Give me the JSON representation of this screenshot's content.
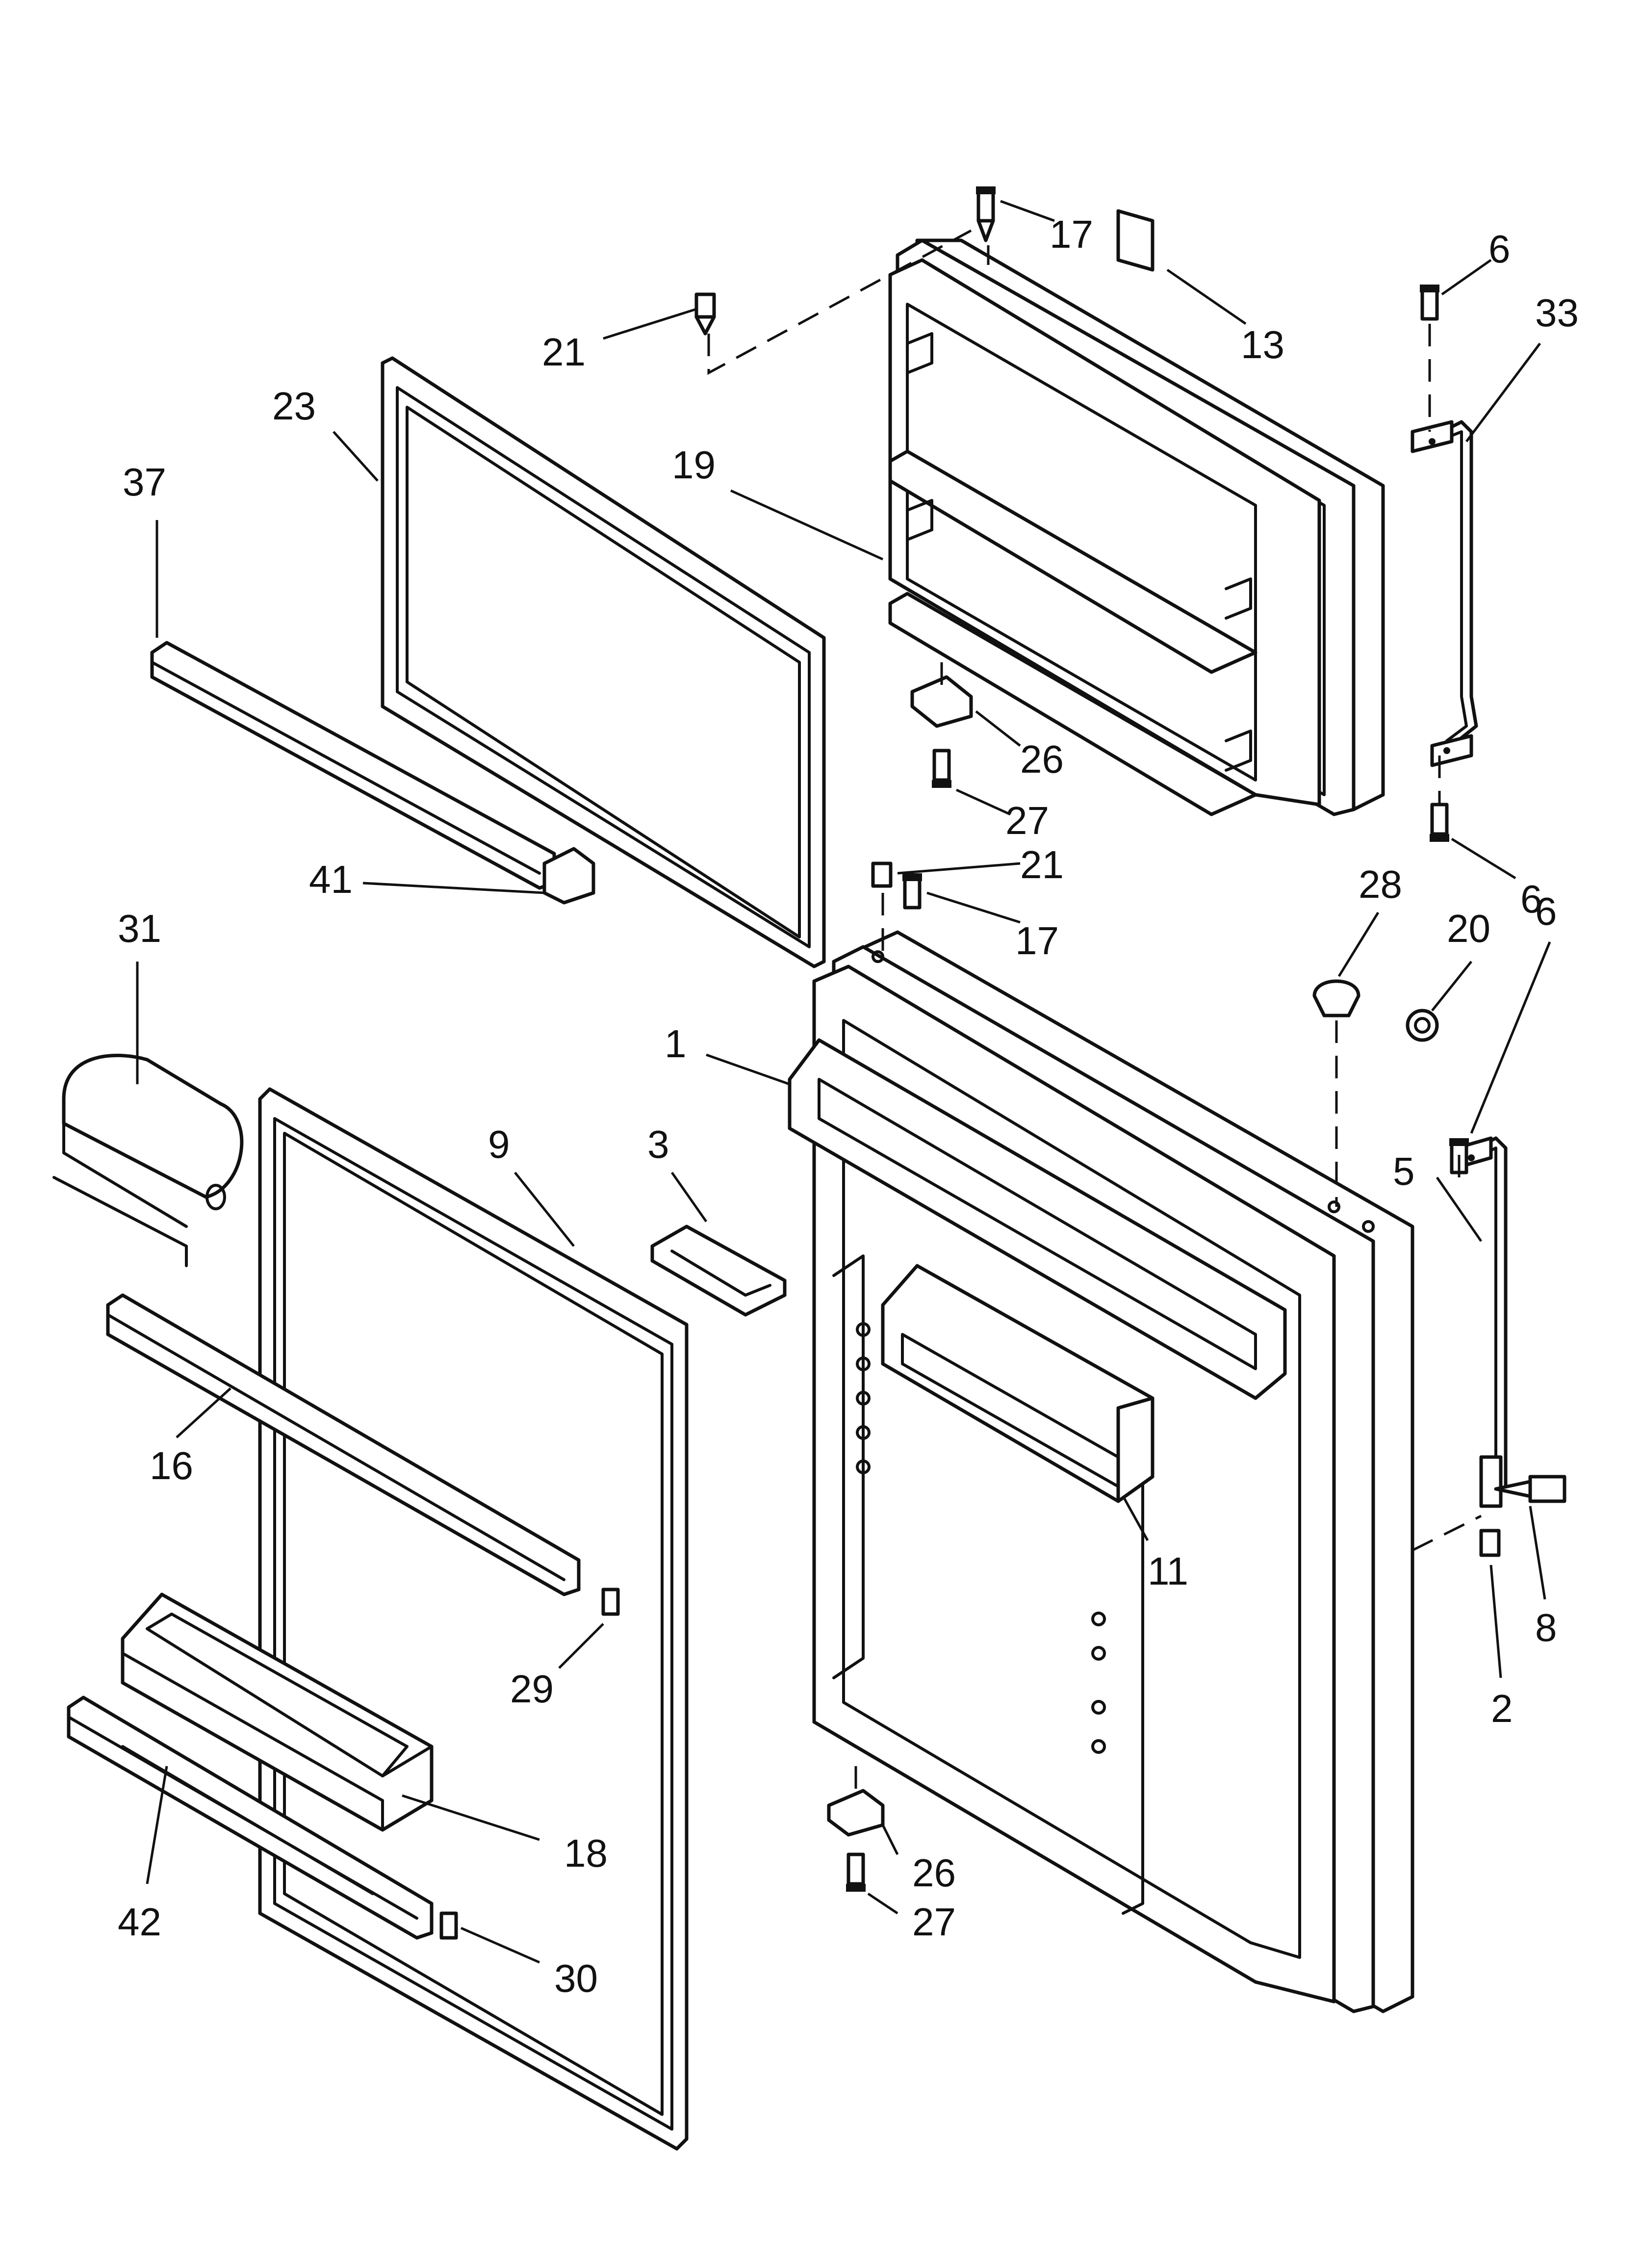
{
  "diagram": {
    "callouts": [
      {
        "id": "c17a",
        "label": "17"
      },
      {
        "id": "c13",
        "label": "13"
      },
      {
        "id": "c6a",
        "label": "6"
      },
      {
        "id": "c33",
        "label": "33"
      },
      {
        "id": "c21a",
        "label": "21"
      },
      {
        "id": "c23",
        "label": "23"
      },
      {
        "id": "c19",
        "label": "19"
      },
      {
        "id": "c37",
        "label": "37"
      },
      {
        "id": "c26a",
        "label": "26"
      },
      {
        "id": "c27a",
        "label": "27"
      },
      {
        "id": "c6b",
        "label": "6"
      },
      {
        "id": "c21b",
        "label": "21"
      },
      {
        "id": "c17b",
        "label": "17"
      },
      {
        "id": "c41",
        "label": "41"
      },
      {
        "id": "c28",
        "label": "28"
      },
      {
        "id": "c20",
        "label": "20"
      },
      {
        "id": "c6c",
        "label": "6"
      },
      {
        "id": "c31",
        "label": "31"
      },
      {
        "id": "c1",
        "label": "1"
      },
      {
        "id": "c9",
        "label": "9"
      },
      {
        "id": "c3",
        "label": "3"
      },
      {
        "id": "c5",
        "label": "5"
      },
      {
        "id": "c16",
        "label": "16"
      },
      {
        "id": "c11",
        "label": "11"
      },
      {
        "id": "c8",
        "label": "8"
      },
      {
        "id": "c29",
        "label": "29"
      },
      {
        "id": "c2",
        "label": "2"
      },
      {
        "id": "c18",
        "label": "18"
      },
      {
        "id": "c26b",
        "label": "26"
      },
      {
        "id": "c27b",
        "label": "27"
      },
      {
        "id": "c42",
        "label": "42"
      },
      {
        "id": "c30",
        "label": "30"
      }
    ]
  }
}
